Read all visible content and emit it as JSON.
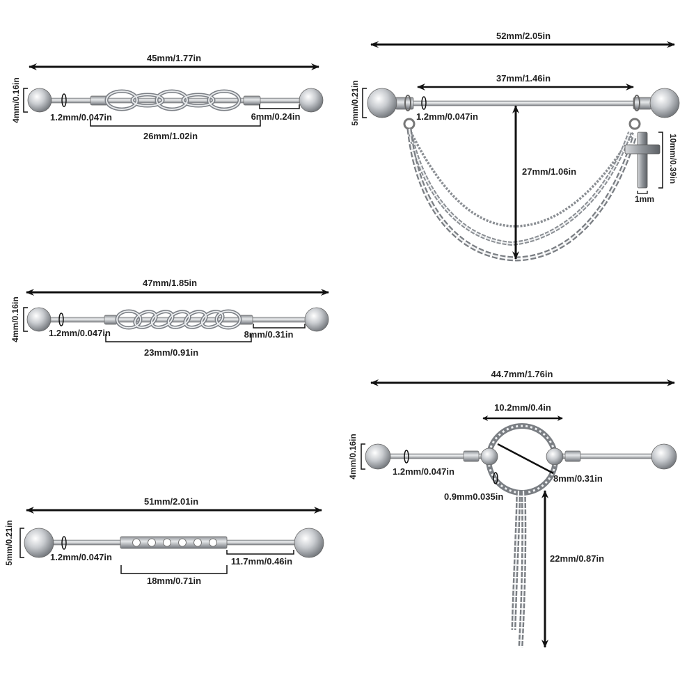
{
  "barbells": [
    {
      "total_length": "45mm/1.77in",
      "ball_size": "4mm/0.16in",
      "gauge": "1.2mm/0.047in",
      "chain_length": "26mm/1.02in",
      "end_length": "6mm/0.24in"
    },
    {
      "total_length": "52mm/2.05in",
      "ball_size": "5mm/0.21in",
      "gauge": "1.2mm/0.047in",
      "inner_length": "37mm/1.46in",
      "drop_length": "27mm/1.06in",
      "charm_height": "10mm/0.39in",
      "charm_thickness": "1mm"
    },
    {
      "total_length": "47mm/1.85in",
      "ball_size": "4mm/0.16in",
      "gauge": "1.2mm/0.047in",
      "chain_length": "23mm/0.91in",
      "end_length": "8mm/0.31in"
    },
    {
      "total_length": "44.7mm/1.76in",
      "ball_size": "4mm/0.16in",
      "gauge": "1.2mm/0.047in",
      "ring_width": "10.2mm/0.4in",
      "ring_diameter": "8mm/0.31in",
      "ring_wire": "0.9mm0.035in",
      "drop_length": "22mm/0.87in"
    },
    {
      "total_length": "51mm/2.01in",
      "ball_size": "5mm/0.21in",
      "gauge": "1.2mm/0.047in",
      "gem_section_length": "18mm/0.71in",
      "end_length": "11.7mm/0.46in"
    }
  ]
}
